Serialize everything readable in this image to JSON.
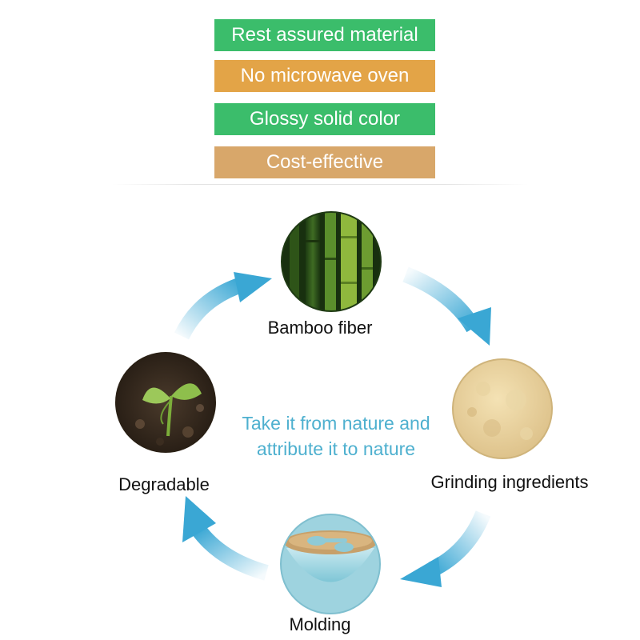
{
  "features": [
    {
      "label": "Rest assured material",
      "color": "#3bbd6b"
    },
    {
      "label": "No microwave oven",
      "color": "#e3a447"
    },
    {
      "label": "Glossy solid color",
      "color": "#3bbd6b"
    },
    {
      "label": "Cost-effective",
      "color": "#d8a76a"
    }
  ],
  "cycle": {
    "stages": [
      {
        "label": "Bamboo fiber",
        "image": "bamboo-stalks"
      },
      {
        "label": "Grinding ingredients",
        "image": "fiber-powder"
      },
      {
        "label": "Molding",
        "image": "bamboo-bowl-with-lid"
      },
      {
        "label": "Degradable",
        "image": "seedling-in-soil"
      }
    ],
    "center_text": {
      "line1": "Take it from nature and",
      "line2": "attribute it to nature"
    },
    "arrow_color": "#3aa7d4",
    "text_color": "#4eb0cf"
  }
}
